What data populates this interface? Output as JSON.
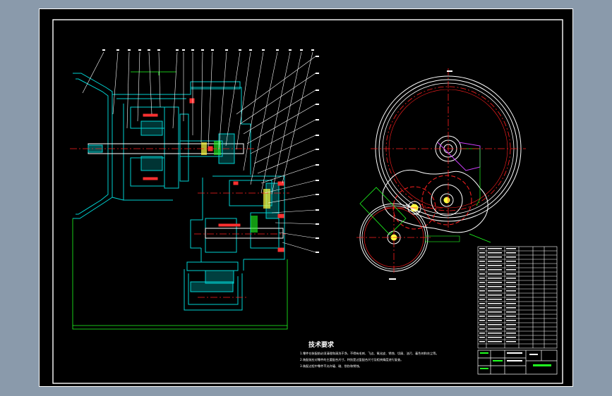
{
  "colors": {
    "background": "#8a9aab",
    "sheet": "#000000",
    "line": "#ffffff",
    "section": "#00d0d0",
    "center_line": "#ff2020",
    "dim": "#20ff20",
    "hidden": "#d040ff",
    "yellow": "#ffff40"
  },
  "drawing": {
    "tech_title": "技术要求",
    "tech_notes": [
      "1.零件在装配前必须清理和清洗干净，不得有毛刺、飞边、氧化皮、锈蚀、切屑、油污、着色剂和灰尘等。",
      "2.装配前应对零件的主要配合尺寸，特别是过盈配合尺寸及相关精度进行复查。",
      "3.装配过程中零件不允许磕、碰、划伤和锈蚀。"
    ]
  },
  "balloons": {
    "count": 20
  },
  "bom": {
    "rows": 24
  }
}
